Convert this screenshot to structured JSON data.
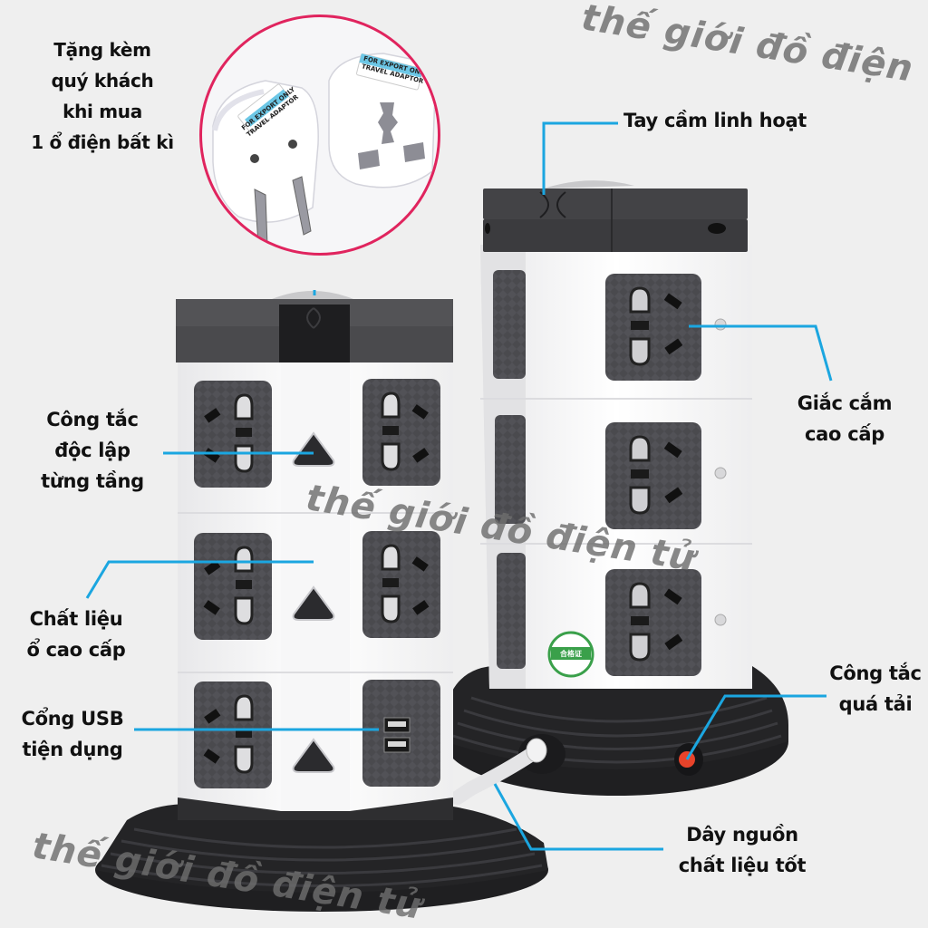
{
  "promo": {
    "lines": [
      "Tặng kèm",
      "quý khách",
      "khi mua",
      "1 ổ điện bất kì"
    ],
    "adapter_sticker_line1": "FOR EXPORT ONLY",
    "adapter_sticker_line2": "TRAVEL ADAPTOR",
    "circle_color": "#e0245e"
  },
  "watermark": {
    "text": "thế giới đồ điện tử"
  },
  "callouts": {
    "handle": {
      "lines": [
        "Tay cầm linh hoạt"
      ]
    },
    "switch": {
      "lines": [
        "Công tắc",
        "độc lập",
        "từng tầng"
      ]
    },
    "socket": {
      "lines": [
        "Giắc cắm",
        "cao cấp"
      ]
    },
    "material": {
      "lines": [
        "Chất liệu",
        "ổ cao cấp"
      ]
    },
    "usb": {
      "lines": [
        "Cổng USB",
        "tiện dụng"
      ]
    },
    "overload": {
      "lines": [
        "Công tắc",
        "quá tải"
      ]
    },
    "cord": {
      "lines": [
        "Dây nguồn",
        "chất liệu tốt"
      ]
    },
    "line_color": "#1ba6e0"
  },
  "product": {
    "cert_sticker": "合格证",
    "overload_button_color": "#e8432a"
  }
}
